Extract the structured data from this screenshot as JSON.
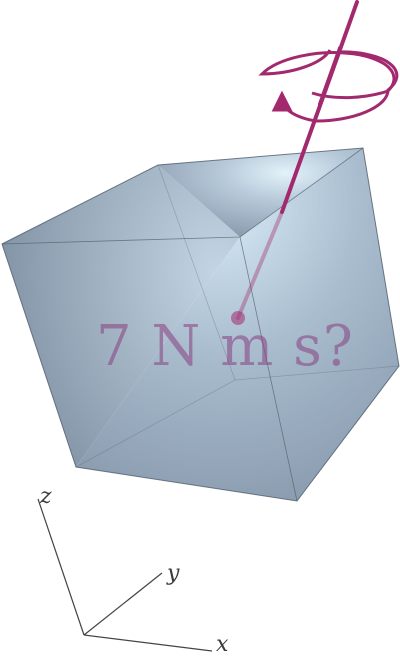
{
  "diagram": {
    "annotation": "7 N m s?",
    "axes": {
      "x_label": "x",
      "y_label": "y",
      "z_label": "z"
    },
    "colors": {
      "cube_face": "#9fb0c2",
      "cube_highlight": "#d8ecf7",
      "cube_edge": "#4d5b6a",
      "axis_vector": "#a3296f",
      "axes_lines": "#444444"
    },
    "icons": [
      "rotation-arrow-icon"
    ]
  }
}
